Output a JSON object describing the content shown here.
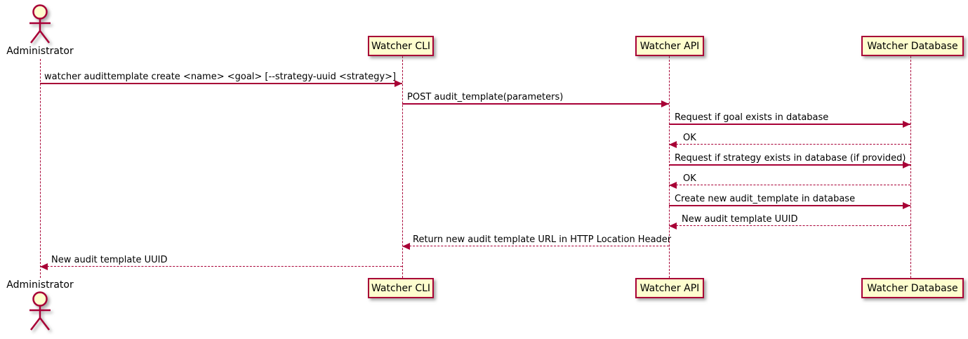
{
  "diagram": {
    "type": "sequence-diagram",
    "colors": {
      "line": "#A80036",
      "box_fill": "#FEFECE",
      "box_border": "#A80036",
      "text": "#000000",
      "background": "#FFFFFF"
    },
    "participants": [
      {
        "id": "administrator",
        "kind": "actor",
        "name": "Administrator"
      },
      {
        "id": "watcher-cli",
        "kind": "participant",
        "name": "Watcher CLI"
      },
      {
        "id": "watcher-api",
        "kind": "participant",
        "name": "Watcher API"
      },
      {
        "id": "watcher-database",
        "kind": "participant",
        "name": "Watcher Database"
      }
    ],
    "messages": [
      {
        "from": "Administrator",
        "to": "Watcher CLI",
        "style": "solid",
        "text": "watcher audittemplate create <name> <goal> [--strategy-uuid <strategy>]"
      },
      {
        "from": "Watcher CLI",
        "to": "Watcher API",
        "style": "solid",
        "text": "POST audit_template(parameters)"
      },
      {
        "from": "Watcher API",
        "to": "Watcher Database",
        "style": "solid",
        "text": "Request if goal exists in database"
      },
      {
        "from": "Watcher Database",
        "to": "Watcher API",
        "style": "dashed",
        "text": "OK"
      },
      {
        "from": "Watcher API",
        "to": "Watcher Database",
        "style": "solid",
        "text": "Request if strategy exists in database (if provided)"
      },
      {
        "from": "Watcher Database",
        "to": "Watcher API",
        "style": "dashed",
        "text": "OK"
      },
      {
        "from": "Watcher API",
        "to": "Watcher Database",
        "style": "solid",
        "text": "Create new audit_template in database"
      },
      {
        "from": "Watcher Database",
        "to": "Watcher API",
        "style": "dashed",
        "text": "New audit template UUID"
      },
      {
        "from": "Watcher API",
        "to": "Watcher CLI",
        "style": "dashed",
        "text": "Return new audit template URL in HTTP Location Header"
      },
      {
        "from": "Watcher CLI",
        "to": "Administrator",
        "style": "dashed",
        "text": "New audit template UUID"
      }
    ]
  }
}
